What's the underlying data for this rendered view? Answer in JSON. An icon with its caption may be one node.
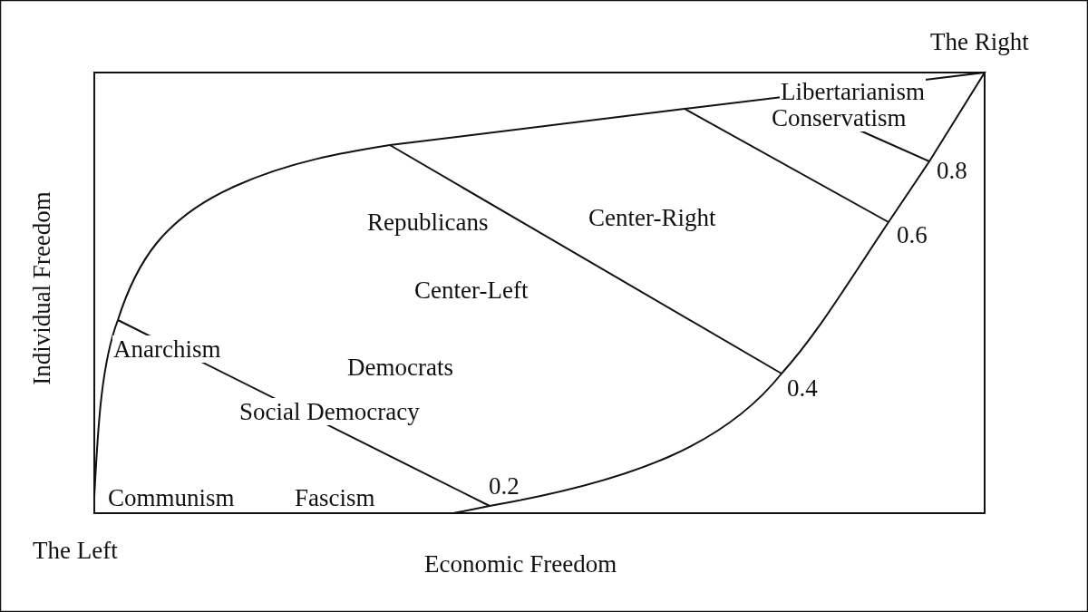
{
  "diagram": {
    "labels": [
      "The Right",
      "Libertarianism",
      "Conservatism",
      "0.8",
      "Center-Right",
      "Republicans",
      "0.6",
      "Center-Left",
      "Anarchism",
      "Democrats",
      "0.4",
      "Social Democracy",
      "0.2",
      "Communism",
      "Fascism",
      "The Left",
      "Economic Freedom",
      "Individual Freedom"
    ]
  }
}
